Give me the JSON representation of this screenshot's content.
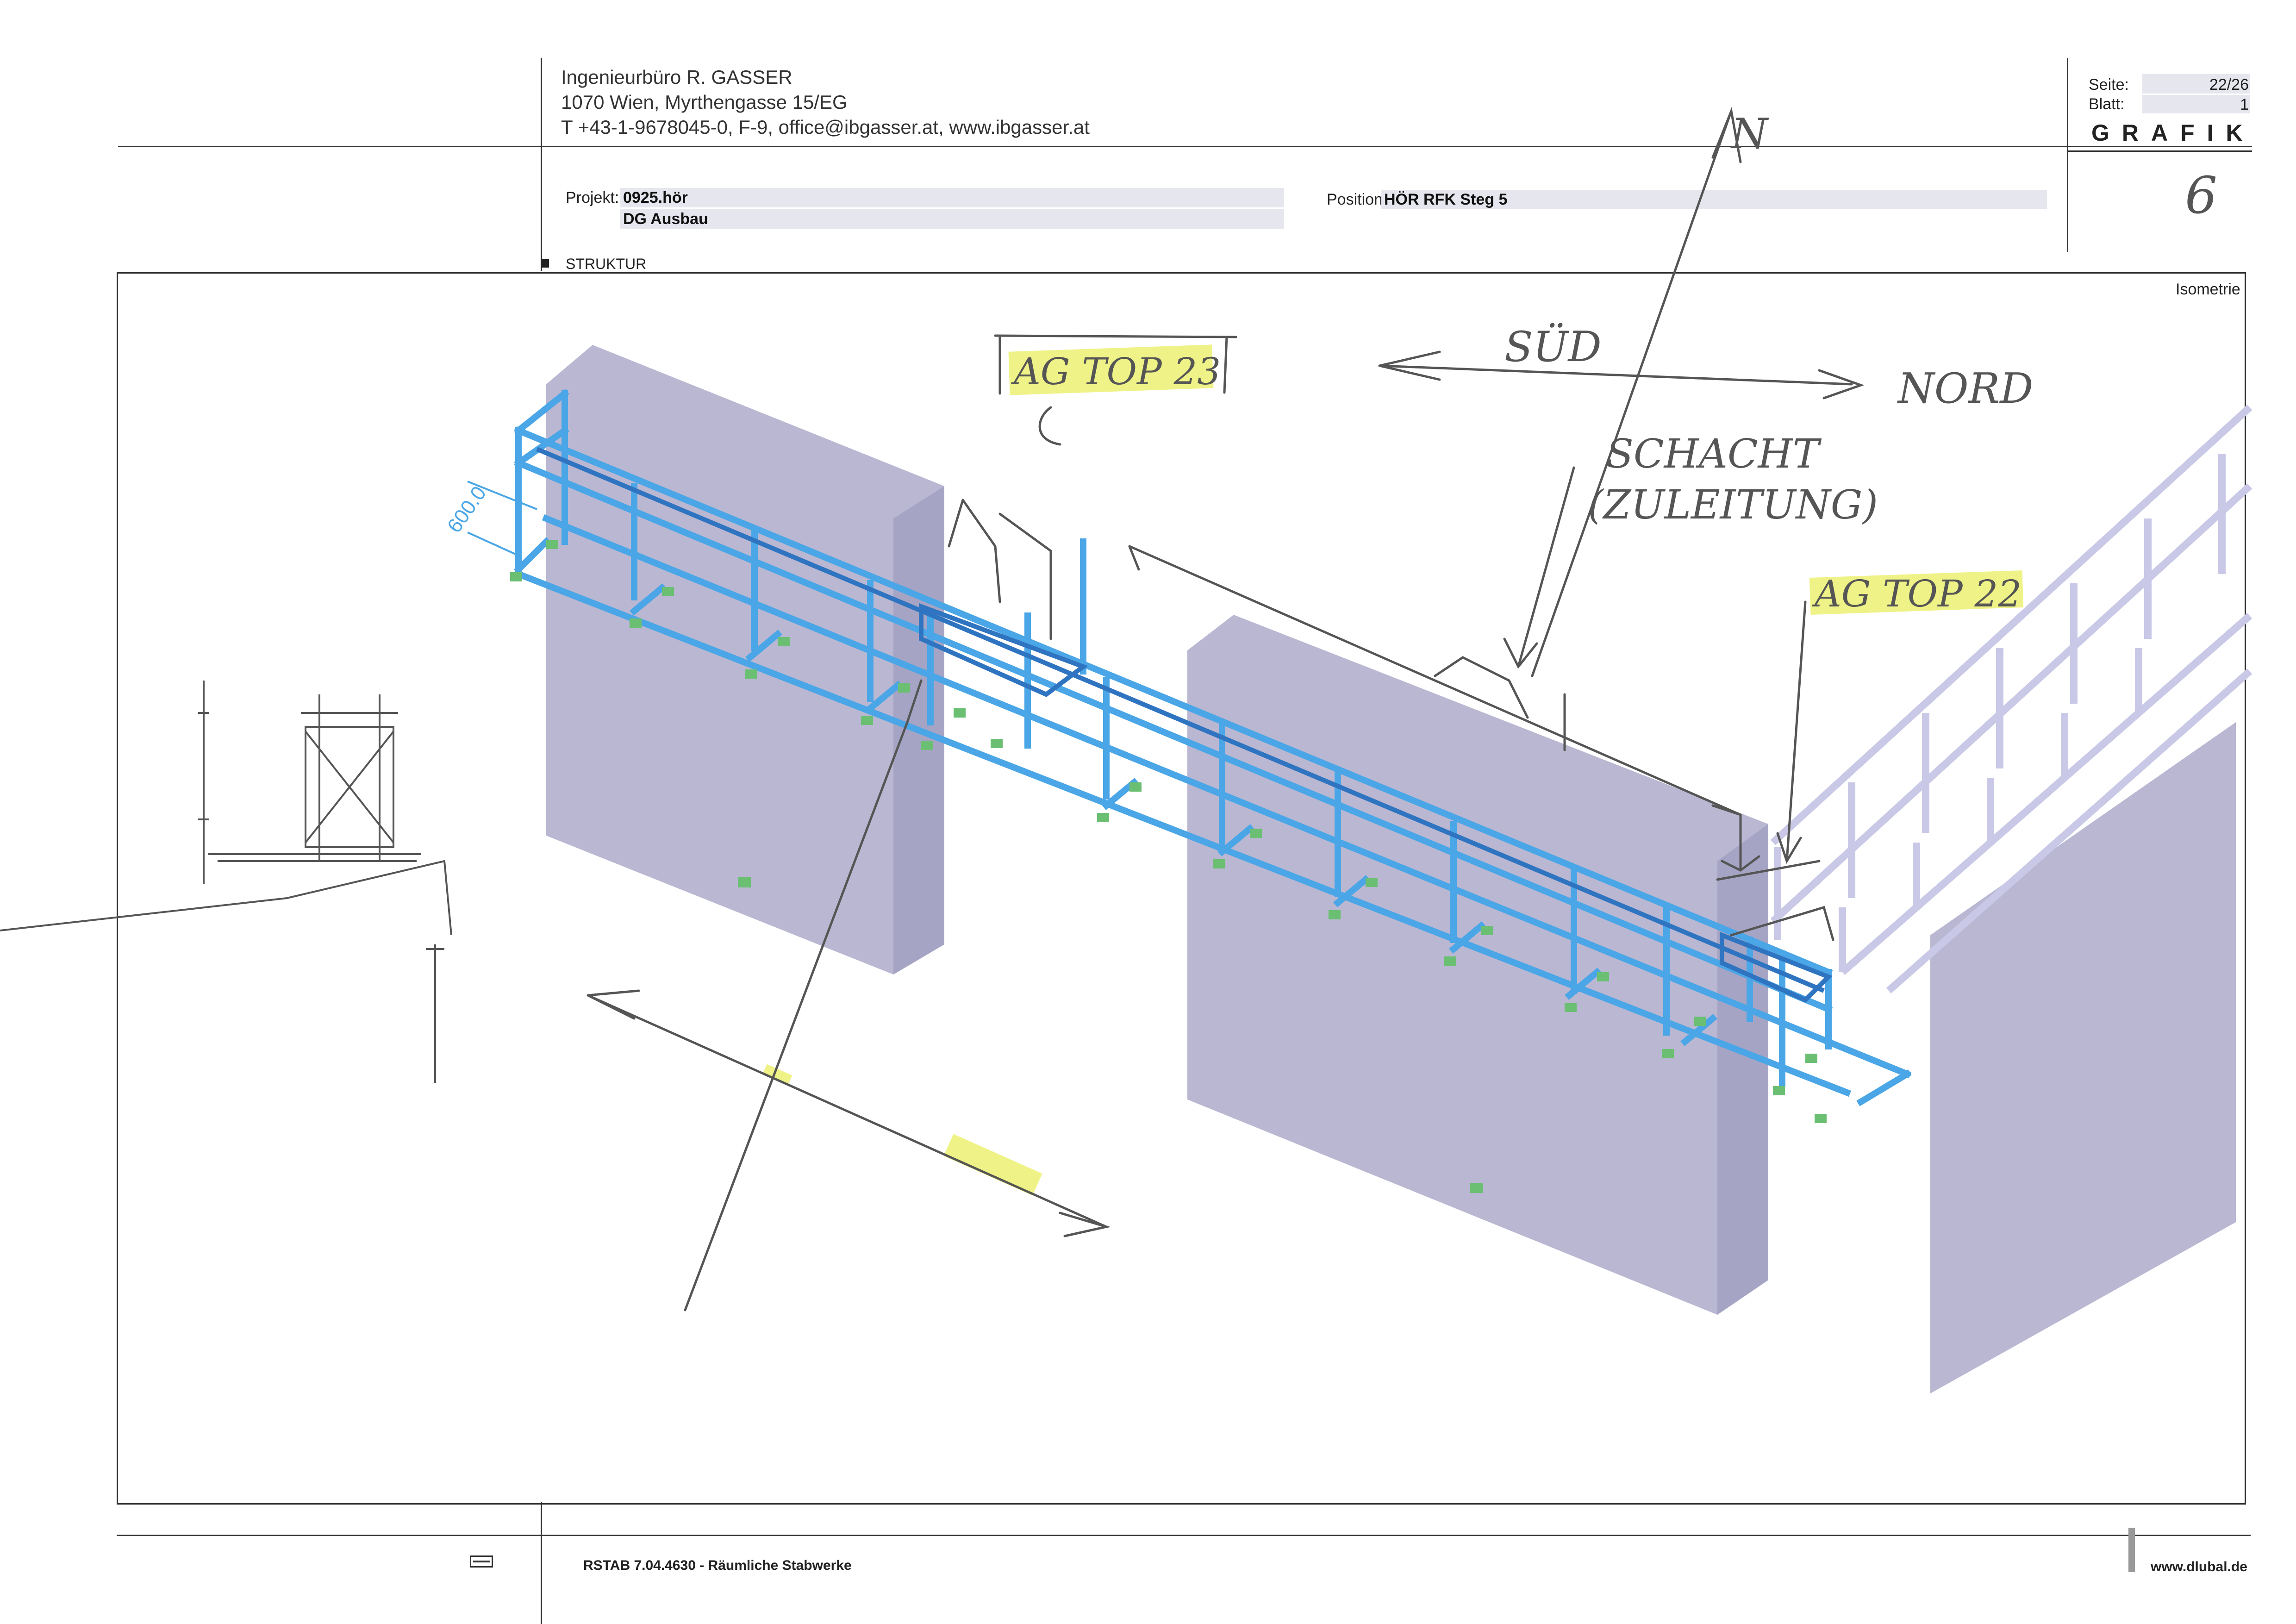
{
  "company": {
    "name": "Ingenieurbüro R. GASSER",
    "address": "1070 Wien, Myrthengasse 15/EG",
    "contact": "T +43-1-9678045-0, F-9, office@ibgasser.at, www.ibgasser.at"
  },
  "sheet": {
    "seite_label": "Seite:",
    "seite_value": "22/26",
    "blatt_label": "Blatt:",
    "blatt_value": "1",
    "category": "GRAFIK"
  },
  "project": {
    "projekt_label": "Projekt:",
    "projekt_value": "0925.hör",
    "projekt_sub": "DG Ausbau",
    "position_label": "Position:",
    "position_value": "HÖR RFK Steg 5"
  },
  "section_label": "STRUKTUR",
  "view_label": "Isometrie",
  "drawing": {
    "dimension_label": "600.0",
    "annotations": {
      "handwritten_number": "6",
      "north_mark": "N",
      "south": "SÜD",
      "north": "NORD",
      "shaft": "SCHACHT",
      "shaft_sub": "(ZULEITUNG)",
      "ag_top_23": "AG TOP 23",
      "ag_top_22": "AG TOP 22"
    },
    "colors": {
      "wall": "#b9b7d2",
      "structure": "#4aa6e6",
      "structure_dark": "#2f74c0",
      "existing_structure": "#c9c8e6",
      "support_plate": "#6bbf73",
      "highlight": "#eef27a",
      "pencil": "#555555"
    }
  },
  "footer": {
    "software": "RSTAB 7.04.4630 - Räumliche Stabwerke",
    "website": "www.dlubal.de"
  }
}
